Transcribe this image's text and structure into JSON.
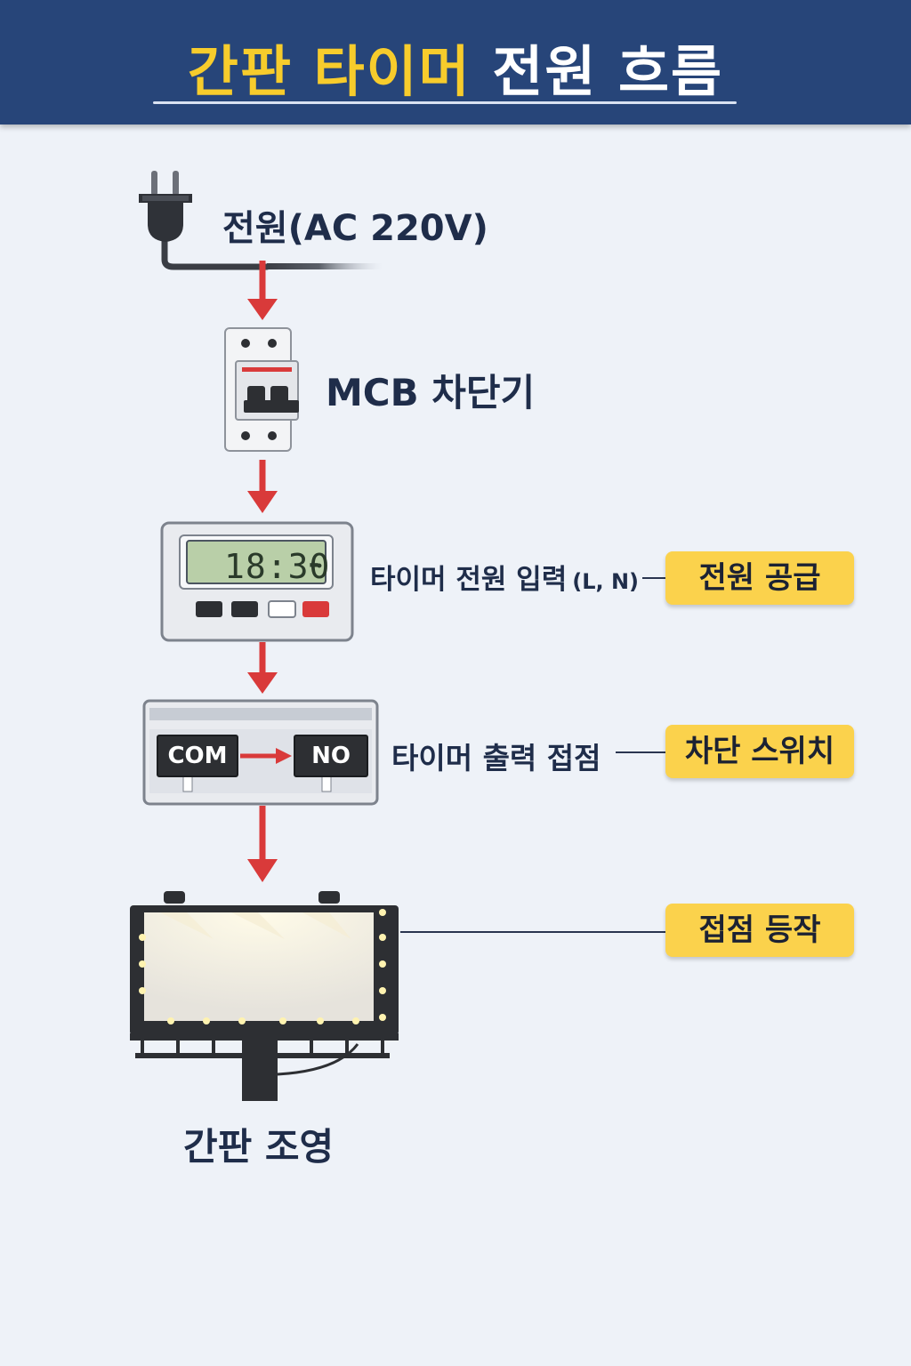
{
  "header": {
    "title_highlight": "간판 타이머",
    "title_rest": "전원 흐름"
  },
  "steps": {
    "power": {
      "label": "전원(AC 220V)",
      "icon": "power-plug-icon"
    },
    "mcb": {
      "label": "MCB 차단기",
      "icon": "circuit-breaker-icon"
    },
    "timer_input": {
      "label": "타이머 전원 입력",
      "label_suffix": "(L, N)",
      "display": "18:30",
      "display_suffix": "-",
      "badge": "전원 공급",
      "icon": "digital-timer-icon"
    },
    "timer_output": {
      "label": "타이머 출력 접점",
      "com": "COM",
      "no": "NO",
      "badge": "차단 스위치",
      "icon": "relay-contact-icon"
    },
    "sign": {
      "label": "간판 조영",
      "badge": "접점 등작",
      "icon": "billboard-icon"
    }
  },
  "colors": {
    "header_bg": "#274579",
    "title_highlight": "#f7cc2c",
    "arrow": "#d93a3a",
    "badge_bg": "#fbd24c",
    "text": "#1f2d4a"
  }
}
